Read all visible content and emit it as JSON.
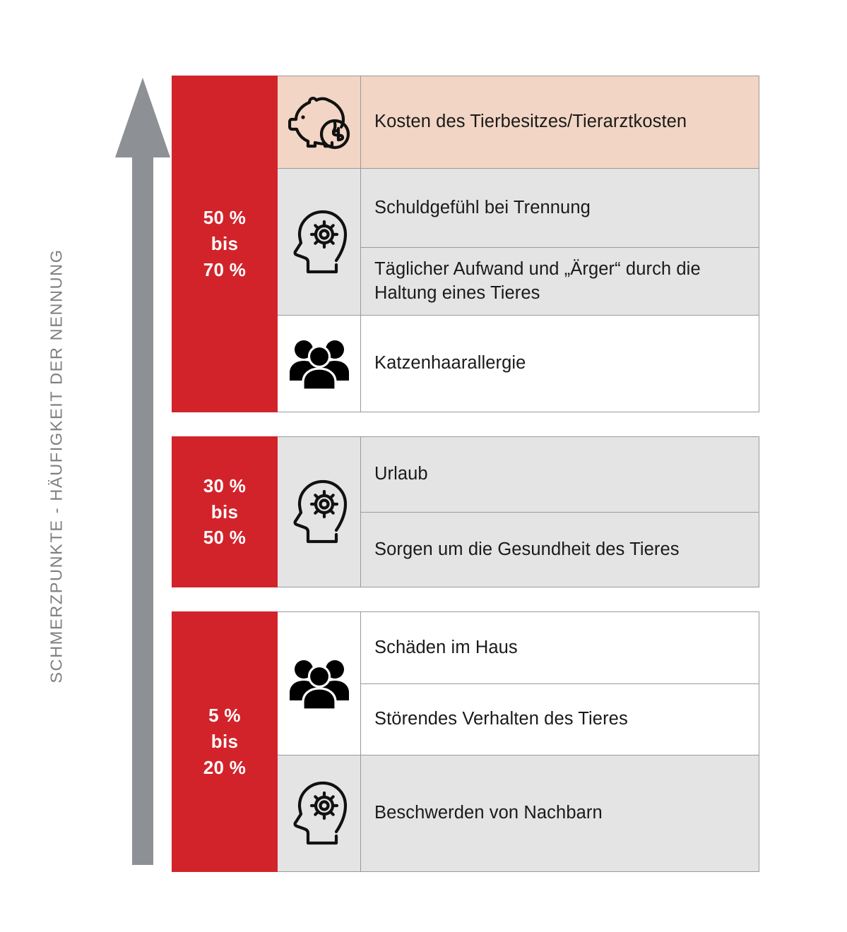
{
  "axis": {
    "label": "SCHMERZPUNKTE - HÄUFIGKEIT DER NENNUNG",
    "arrow_direction": "up",
    "arrow_icon": "up-arrow-icon",
    "arrow_color": "#8d9095",
    "label_color": "#7f7f7f"
  },
  "colors": {
    "accent_red": "#d2232a",
    "highlight_peach": "#f2d5c4",
    "cell_grey": "#e4e4e4",
    "cell_white": "#ffffff",
    "border_grey": "#9a9a9a",
    "icon_black": "#111111"
  },
  "chart_data": {
    "type": "table",
    "title": "SCHMERZPUNKTE - HÄUFIGKEIT DER NENNUNG",
    "ylabel": "SCHMERZPUNKTE - HÄUFIGKEIT DER NENNUNG",
    "categories": [
      "50 % bis 70 %",
      "30 % bis 50 %",
      "5 % bis 20 %"
    ],
    "series": [
      {
        "name": "50 % bis 70 %",
        "range_low": 50,
        "range_high": 70,
        "items": [
          "Kosten des Tierbesitzes/Tierarztkosten",
          "Schuldgefühl bei Trennung",
          "Täglicher Aufwand und „Ärger“ durch die Haltung eines Tieres",
          "Katzenhaarallergie"
        ]
      },
      {
        "name": "30 % bis 50 %",
        "range_low": 30,
        "range_high": 50,
        "items": [
          "Urlaub",
          "Sorgen um die Gesundheit des Tieres"
        ]
      },
      {
        "name": "5 % bis 20 %",
        "range_low": 5,
        "range_high": 20,
        "items": [
          "Schäden im Haus",
          "Störendes Verhalten des Tieres",
          "Beschwerden von Nachbarn"
        ]
      }
    ]
  },
  "bands": [
    {
      "pct_lines": [
        "50 %",
        "bis",
        "70 %"
      ],
      "range_low": 50,
      "range_high": 70,
      "groups": [
        {
          "icon": "piggy-bank-icon",
          "fill": "peach",
          "rows": [
            {
              "text": "Kosten des Tierbesitzes/Tierarztkosten",
              "fill": "peach"
            }
          ]
        },
        {
          "icon": "head-gear-icon",
          "fill": "grey",
          "rows": [
            {
              "text": "Schuldgefühl bei Trennung",
              "fill": "grey"
            },
            {
              "text": "Täglicher Aufwand und „Ärger“ durch die Haltung eines Tieres",
              "fill": "grey"
            }
          ]
        },
        {
          "icon": "people-group-icon",
          "fill": "white",
          "rows": [
            {
              "text": "Katzenhaarallergie",
              "fill": "white"
            }
          ]
        }
      ]
    },
    {
      "pct_lines": [
        "30 %",
        "bis",
        "50 %"
      ],
      "range_low": 30,
      "range_high": 50,
      "groups": [
        {
          "icon": "head-gear-icon",
          "fill": "grey",
          "rows": [
            {
              "text": "Urlaub",
              "fill": "grey"
            },
            {
              "text": "Sorgen um die Gesundheit des Tieres",
              "fill": "grey"
            }
          ]
        }
      ]
    },
    {
      "pct_lines": [
        "5 %",
        "bis",
        "20 %"
      ],
      "range_low": 5,
      "range_high": 20,
      "groups": [
        {
          "icon": "people-group-icon",
          "fill": "white",
          "rows": [
            {
              "text": "Schäden im Haus",
              "fill": "white"
            },
            {
              "text": "Störendes Verhalten des Tieres",
              "fill": "white"
            }
          ]
        },
        {
          "icon": "head-gear-icon",
          "fill": "grey",
          "rows": [
            {
              "text": "Beschwerden von Nachbarn",
              "fill": "grey"
            }
          ]
        }
      ]
    }
  ]
}
